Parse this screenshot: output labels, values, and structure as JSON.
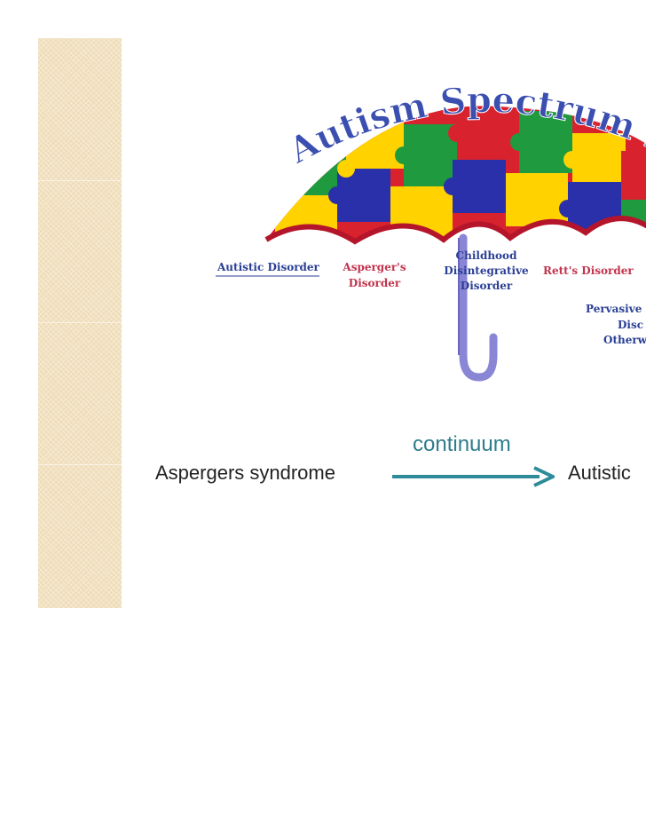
{
  "umbrella": {
    "title": "Autism Spectrum Disorders",
    "labels": {
      "autistic": "Autistic Disorder",
      "aspergers_1": "Asperger's",
      "aspergers_2": "Disorder",
      "cdd_1": "Childhood",
      "cdd_2": "Disintegrative",
      "cdd_3": "Disorder",
      "retts": "Rett's Disorder",
      "pdd_1": "Pervasive",
      "pdd_2": "Disc",
      "pdd_3": "Otherw"
    }
  },
  "continuum": {
    "label": "continuum",
    "left": "Aspergers syndrome",
    "right": "Autistic"
  },
  "colors": {
    "strip": "#f2e2c1",
    "arrow": "#2e8b9a",
    "title": "#3a4fb0",
    "red_label": "#c2334d",
    "blue_label": "#2a3f95",
    "handle": "#8a86d6"
  }
}
